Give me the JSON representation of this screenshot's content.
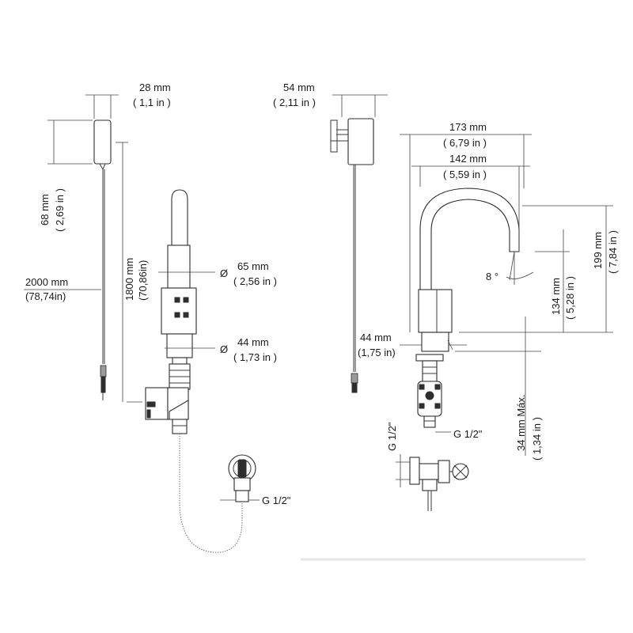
{
  "labels": {
    "width_28_mm": "28 mm",
    "width_28_in": "( 1,1 in )",
    "height_68_mm": "68 mm",
    "height_68_in": "( 2,69 in )",
    "length_2000_mm": "2000 mm",
    "length_2000_in": "(78,74in)",
    "length_1800_mm": "1800 mm",
    "length_1800_in": "(70,86in)",
    "diameter_65_mm": "65 mm",
    "diameter_65_in": "( 2,56 in )",
    "diameter_44_mm": "44 mm",
    "diameter_44_in": "( 1,73 in )",
    "diameter_symbol": "Ø",
    "thread_left": "G 1/2\"",
    "width_54_mm": "54 mm",
    "width_54_in": "( 2,11 in )",
    "reach_173_mm": "173 mm",
    "reach_173_in": "( 6,79 in )",
    "reach_142_mm": "142 mm",
    "reach_142_in": "( 5,59 in )",
    "angle_8": "8 °",
    "height_199_mm": "199 mm",
    "height_199_in": "( 7,84 in )",
    "height_134_mm": "134 mm",
    "height_134_in": "( 5,28 in )",
    "body_44_mm": "44 mm",
    "body_44_in": "(1,75 in)",
    "thickness_34_mm": "34 mm Máx.",
    "thickness_34_in": "( 1,34 in )",
    "thread_right_v": "G 1/2\"",
    "thread_right_h": "G 1/2\""
  }
}
